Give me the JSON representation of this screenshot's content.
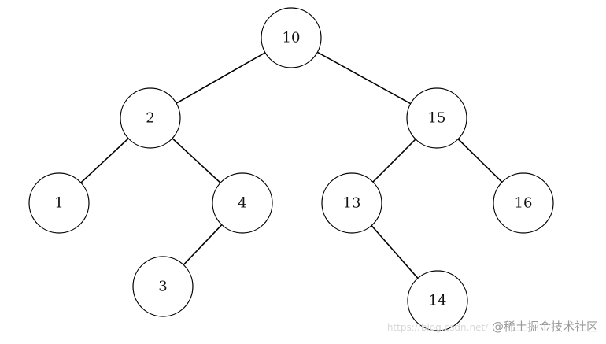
{
  "tree": {
    "nodes": [
      {
        "id": "n10",
        "label": "10"
      },
      {
        "id": "n2",
        "label": "2"
      },
      {
        "id": "n15",
        "label": "15"
      },
      {
        "id": "n1",
        "label": "1"
      },
      {
        "id": "n4",
        "label": "4"
      },
      {
        "id": "n13",
        "label": "13"
      },
      {
        "id": "n16",
        "label": "16"
      },
      {
        "id": "n3",
        "label": "3"
      },
      {
        "id": "n14",
        "label": "14"
      }
    ],
    "edges": [
      {
        "from": "n10",
        "to": "n2"
      },
      {
        "from": "n10",
        "to": "n15"
      },
      {
        "from": "n2",
        "to": "n1"
      },
      {
        "from": "n2",
        "to": "n4"
      },
      {
        "from": "n4",
        "to": "n3"
      },
      {
        "from": "n15",
        "to": "n13"
      },
      {
        "from": "n15",
        "to": "n16"
      },
      {
        "from": "n13",
        "to": "n14"
      }
    ]
  },
  "watermark": {
    "url": "https://blog.csdn.net/",
    "text": "@稀土掘金技术社区"
  }
}
